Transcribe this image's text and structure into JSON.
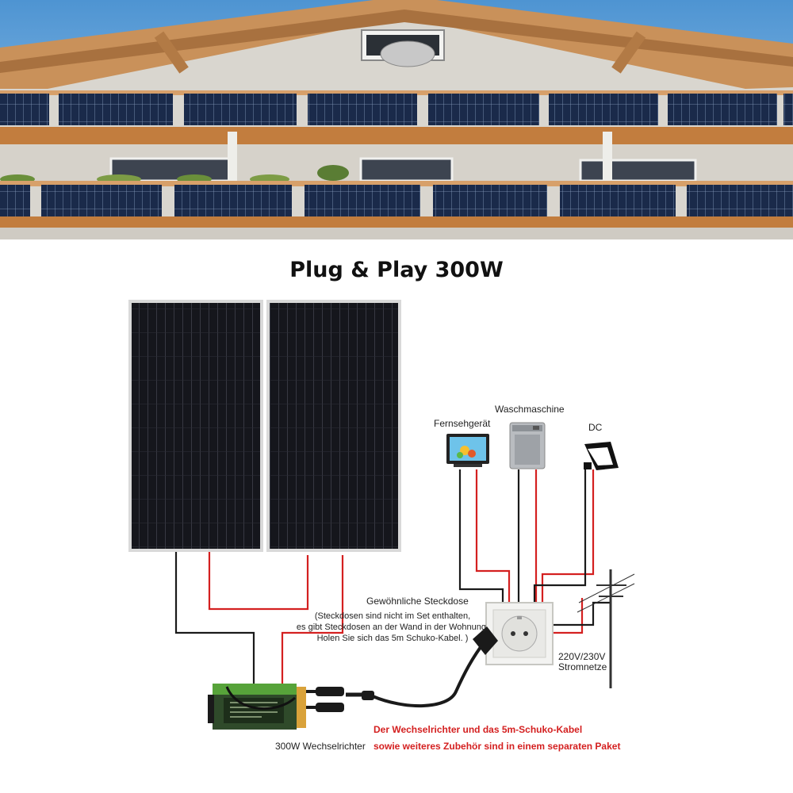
{
  "title": "Plug & Play 300W",
  "labels": {
    "tv": "Fernsehgerät",
    "washing_machine": "Waschmaschine",
    "dc": "DC",
    "socket": "Gewöhnliche Steckdose",
    "socket_note_1": "(Steckdosen sind nicht im Set enthalten,",
    "socket_note_2": "es gibt Steckdosen an der Wand in der Wohnung.",
    "socket_note_3": "Holen Sie sich das 5m Schuko-Kabel. )",
    "grid_voltage": "220V/230V",
    "grid_name": "Stromnetze",
    "inverter": "300W Wechselrichter",
    "package_1": "Der Wechselrichter und das 5m-Schuko-Kabel",
    "package_2": "sowie weiteres Zubehör sind in einem separaten Paket"
  },
  "colors": {
    "positive_wire": "#d42020",
    "negative_wire": "#1a1a1a",
    "panel": "#15161c",
    "inverter_body": "#2f4a2a",
    "roof_wood": "#c9915a",
    "wall": "#d9d6cf",
    "sky": "#5ea0d8"
  }
}
